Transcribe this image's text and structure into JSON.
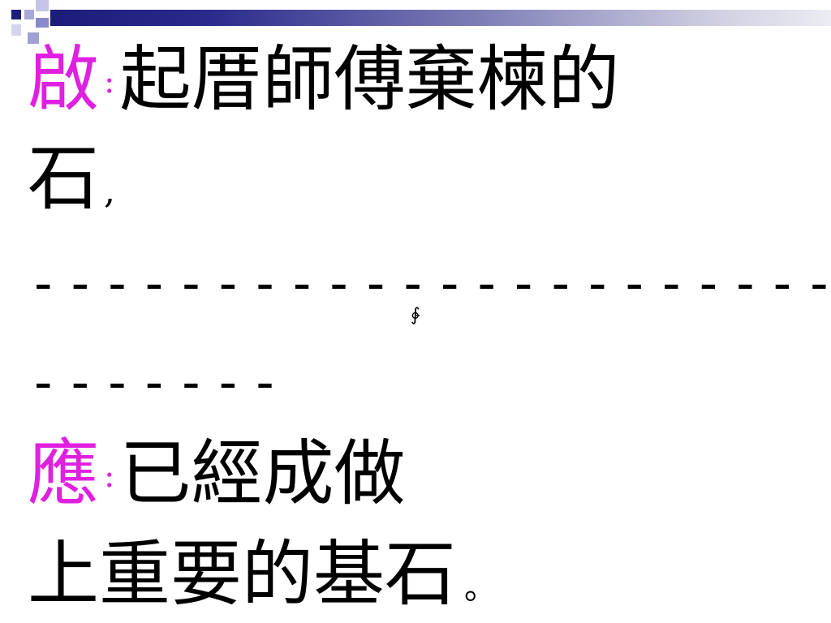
{
  "colors": {
    "accent": "#e020e0",
    "bar_dark": "#1c1c7a",
    "bar_light": "#ececf3"
  },
  "slide": {
    "q_label": "啟",
    "q_colon": ":",
    "q_text": "起厝師傅棄楝的",
    "q_text2": "石",
    "q_comma": ",",
    "dashes1": "----------------------",
    "mark": "∲",
    "dashes2": "-------",
    "a_label": "應",
    "a_colon": ":",
    "a_text": "已經成做",
    "a_text2": "上重要的基石",
    "a_period": "。"
  }
}
